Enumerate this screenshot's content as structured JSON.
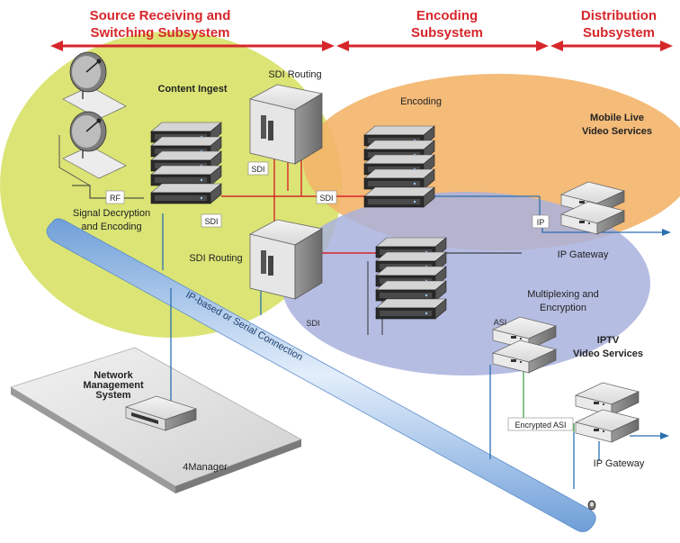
{
  "headers": {
    "source": [
      "Source Receiving and",
      "Switching Subsystem"
    ],
    "encoding": [
      "Encoding",
      "Subsystem"
    ],
    "distribution": [
      "Distribution",
      "Subsystem"
    ]
  },
  "labels": {
    "content_ingest": "Content Ingest",
    "sdi_routing_top": "SDI Routing",
    "sdi_routing_mid": "SDI Routing",
    "encoding": "Encoding",
    "mobile_live": [
      "Mobile Live",
      "Video Services"
    ],
    "signal_decryption": [
      "Signal Decryption",
      "and Encoding"
    ],
    "rf": "RF",
    "sdi_1": "SDI",
    "sdi_2": "SDI",
    "sdi_3": "SDI",
    "sdi_4": "SDI",
    "ip": "IP",
    "ip_gateway_top": "IP Gateway",
    "multiplexing": [
      "Multiplexing and",
      "Encryption"
    ],
    "asi": "ASI",
    "iptv": [
      "IPTV",
      "Video Services"
    ],
    "encrypted_asi": "Encrypted ASI",
    "ip_gateway_bottom": "IP Gateway",
    "ip_connection": "IP-based or Serial Connection",
    "nms": [
      "Network",
      "Management",
      "System"
    ],
    "manager": "4Manager"
  },
  "colors": {
    "header_red": "#d7262b",
    "green_zone": "#d9e36e",
    "orange_zone": "#f3b46a",
    "blue_zone": "#a9b2dd",
    "red_line": "#d7262b",
    "blue_line": "#2a6fb0",
    "green_line": "#3a9a3a"
  }
}
